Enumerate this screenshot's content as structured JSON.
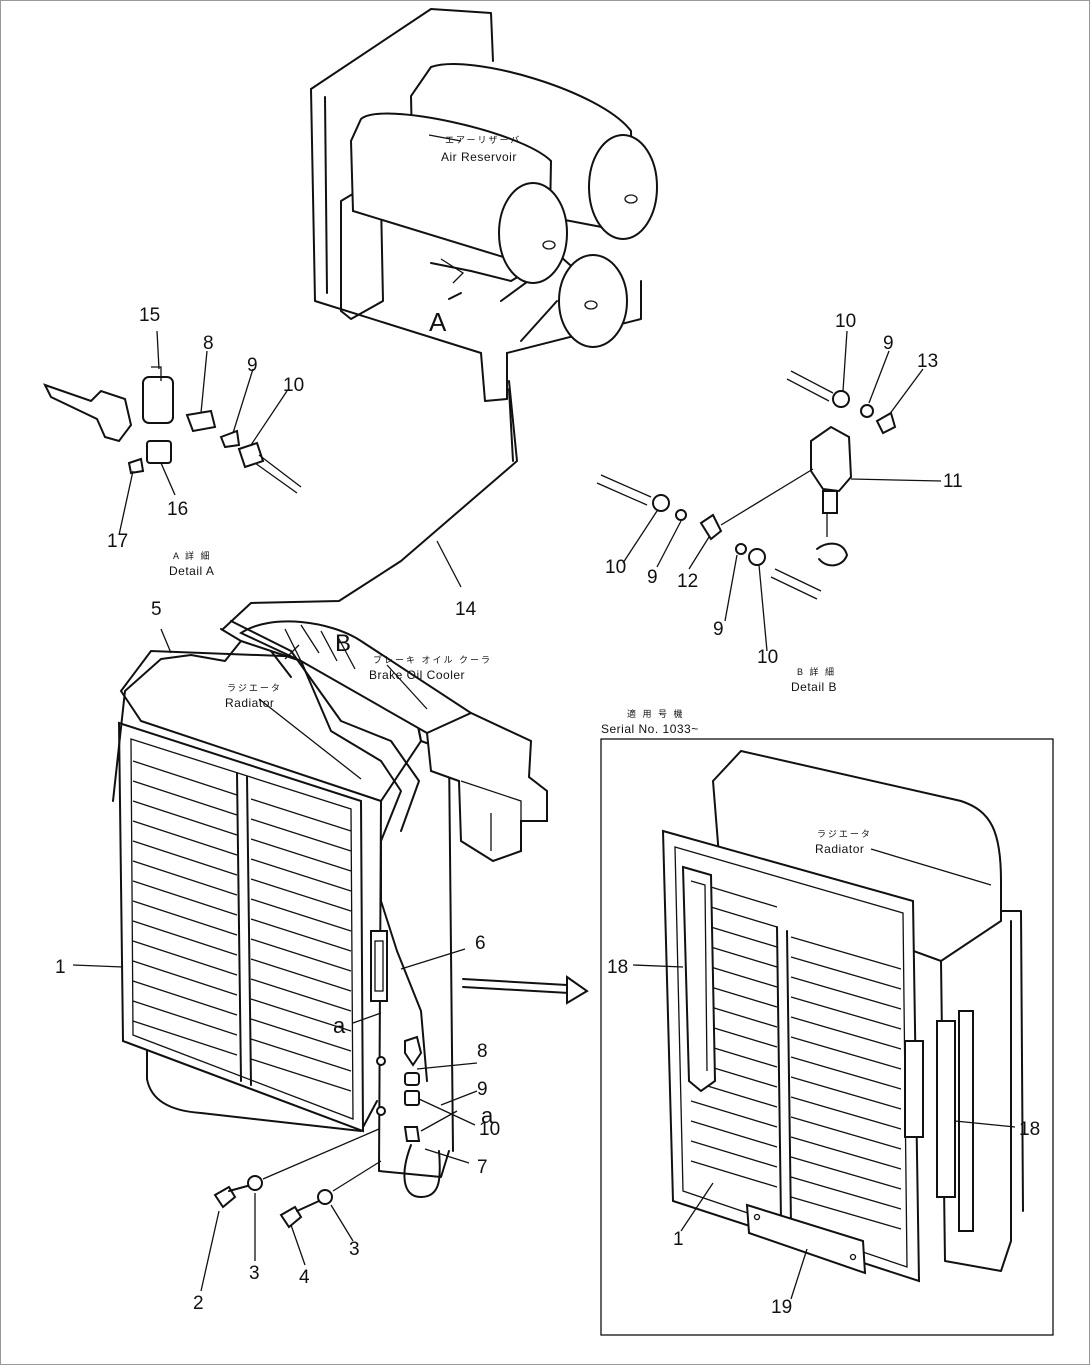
{
  "labels": {
    "air_reservoir_jp": "エアーリザーバ",
    "air_reservoir_en": "Air Reservoir",
    "marker_a": "A",
    "marker_b": "B",
    "detail_a_jp": "A 詳 細",
    "detail_a_en": "Detail  A",
    "detail_b_jp": "B 詳 細",
    "detail_b_en": "Detail  B",
    "brake_cooler_jp": "ブレーキ オイル クーラ",
    "brake_cooler_en": "Brake Oil Cooler",
    "radiator_jp": "ラジエータ",
    "radiator_en": "Radiator",
    "inset_radiator_jp": "ラジエータ",
    "inset_radiator_en": "Radiator",
    "serial_jp": "適 用 号 機",
    "serial_en": "Serial No. 1033~"
  },
  "parts": {
    "p1": "1",
    "p1b": "1",
    "p2": "2",
    "p3a": "3",
    "p3b": "3",
    "p4": "4",
    "p5": "5",
    "p6": "6",
    "p7": "7",
    "p8a": "8",
    "p8b": "8",
    "p9a": "9",
    "p9b": "9",
    "p9c": "9",
    "p9d": "9",
    "p9e": "9",
    "p10a": "10",
    "p10b": "10",
    "p10c": "10",
    "p10d": "10",
    "p10e": "10",
    "p11": "11",
    "p12": "12",
    "p13": "13",
    "p14": "14",
    "p15": "15",
    "p16": "16",
    "p17": "17",
    "p18a": "18",
    "p18b": "18",
    "p19": "19",
    "pa1": "a",
    "pa2": "a"
  }
}
